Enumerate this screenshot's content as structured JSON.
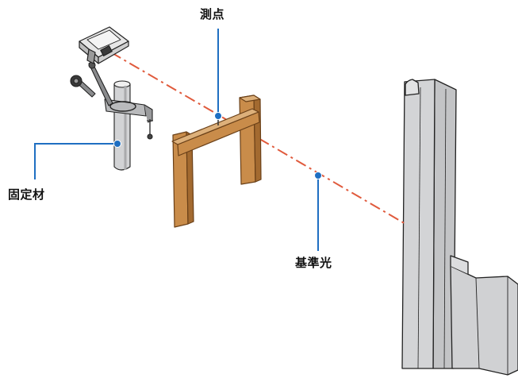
{
  "labels": {
    "measure_point": "測点",
    "fixture": "固定材",
    "reference_beam": "基準光"
  },
  "colors": {
    "wood": "#c98c4a",
    "wood_dark": "#8a5826",
    "steel": "#cfd0d2",
    "steel_shade": "#b3b4b6",
    "beam": "#e05a3c",
    "leader": "#1f6fc2",
    "outline": "#222222"
  }
}
